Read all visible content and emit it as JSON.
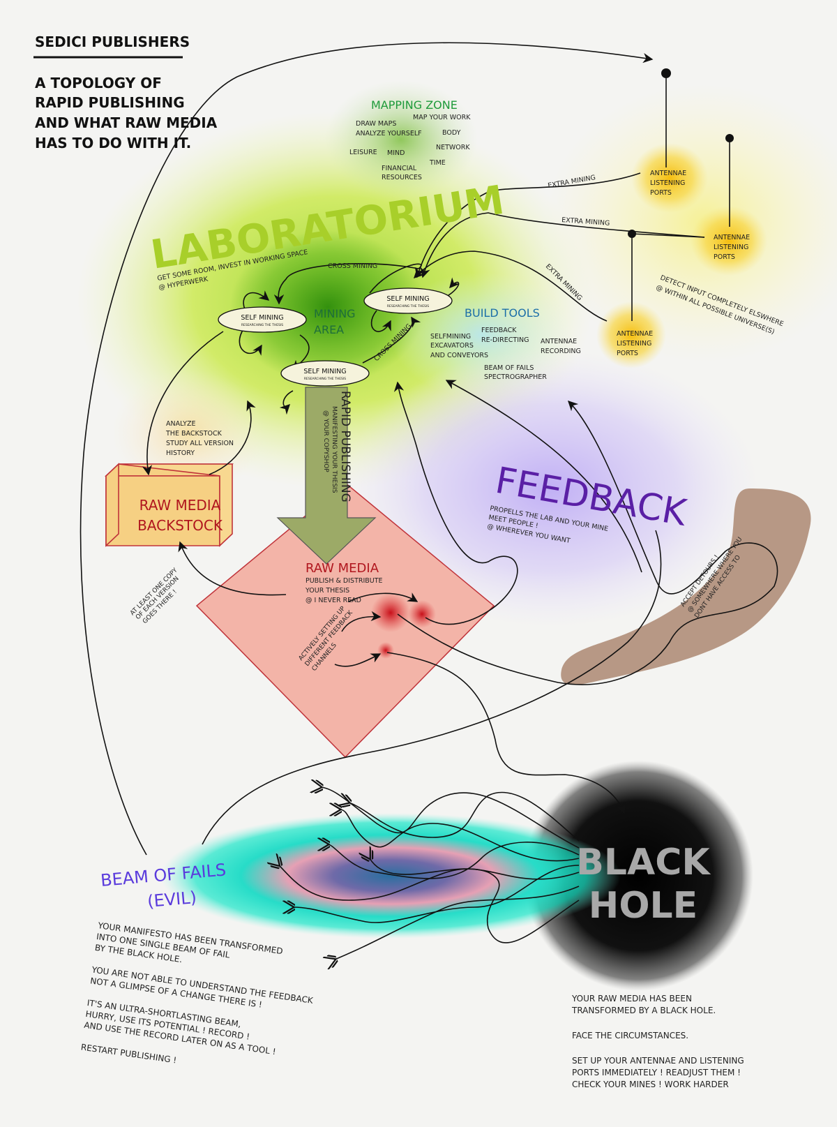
{
  "header": {
    "publisher": "SEDICI PUBLISHERS",
    "title_lines": [
      "A TOPOLOGY OF",
      "RAPID PUBLISHING",
      "AND WHAT RAW MEDIA",
      "HAS TO DO WITH IT."
    ]
  },
  "mapping_zone": {
    "title": "MAPPING ZONE",
    "items": [
      "MAP YOUR WORK",
      "DRAW MAPS",
      "ANALYZE YOURSELF",
      "BODY",
      "NETWORK",
      "LEISURE",
      "MIND",
      "TIME",
      "FINANCIAL",
      "RESOURCES"
    ]
  },
  "laboratorium": {
    "title": "LABORATORIUM",
    "sub1": "GET SOME ROOM, INVEST IN WORKING SPACE",
    "sub2": "@ HYPERWERK"
  },
  "mining": {
    "area_title": [
      "MINING",
      "AREA"
    ],
    "self_mining": "SELF MINING",
    "self_mining_sub": "RESEARCHING THE THESIS",
    "cross_mining": "CROSS MINING"
  },
  "antennae": {
    "label": [
      "ANTENNAE",
      "LISTENING",
      "PORTS"
    ],
    "extra_mining": "EXTRA MINING",
    "detect": [
      "DETECT INPUT COMPLETELY ELSWHERE",
      "@ WITHIN ALL POSSIBLE UNIVERSE(S)"
    ]
  },
  "build_tools": {
    "title": "BUILD TOOLS",
    "items": [
      "SELFMINING",
      "EXCAVATORS",
      "AND CONVEYORS",
      "FEEDBACK",
      "RE-DIRECTING",
      "ANTENNAE",
      "RECORDING",
      "BEAM OF FAILS",
      "SPECTROGRAPHER"
    ]
  },
  "rapid_publishing": {
    "title": "RAPID PUBLISHING",
    "sub1": "MANIFESTING YOUR THESIS",
    "sub2": "@ YOUR  COPYSHOP"
  },
  "backstock": {
    "title": [
      "RAW MEDIA",
      "BACKSTOCK"
    ],
    "analyze": [
      "ANALYZE",
      "THE BACKSTOCK",
      "STUDY ALL VERSION",
      "HISTORY"
    ],
    "copy_note": [
      "AT LEAST ONE COPY",
      "OF EACH VERSION",
      "GOES THERE !"
    ]
  },
  "raw_media": {
    "title": "RAW MEDIA",
    "sub": [
      "PUBLISH & DISTRIBUTE",
      "YOUR THESIS",
      "@ I NEVER READ"
    ],
    "feedback_note": [
      "ACTIVELY SETTING UP",
      "DIFFERENT FEEDBACK",
      "CHANNELS"
    ]
  },
  "feedback": {
    "title": "FEEDBACK",
    "sub": [
      "PROPELLS THE LAB AND YOUR MINE",
      "MEET PEOPLE !",
      "@ WHEREVER YOU WANT"
    ]
  },
  "detours": {
    "text": [
      "ACCEPT DETOURS !",
      "@ SOMEWHERE WHERE YOU",
      "DONT HAVE ACCESS TO"
    ]
  },
  "black_hole": {
    "title": [
      "BLACK",
      "HOLE"
    ],
    "text": [
      "YOUR RAW MEDIA HAS BEEN",
      "TRANSFORMED BY A BLACK HOLE.",
      "",
      "FACE THE CIRCUMSTANCES.",
      "",
      "SET UP YOUR ANTENNAE AND LISTENING",
      "PORTS IMMEDIATELY ! READJUST THEM !",
      "CHECK YOUR MINES !   WORK HARDER"
    ]
  },
  "beam": {
    "title": [
      "BEAM OF FAILS",
      "(EVIL)"
    ],
    "text": [
      "YOUR MANIFESTO HAS BEEN TRANSFORMED",
      "INTO ONE SINGLE BEAM OF FAIL",
      "BY THE BLACK HOLE.",
      "",
      "YOU ARE NOT ABLE TO UNDERSTAND THE FEEDBACK",
      "NOT A GLIMPSE OF A CHANGE THERE IS !",
      "",
      "IT'S AN ULTRA-SHORTLASTING BEAM,",
      "HURRY, USE ITS POTENTIAL ! RECORD !",
      "AND USE THE RECORD LATER ON AS A TOOL !",
      "",
      "RESTART PUBLISHING !"
    ]
  },
  "colors": {
    "lab_green": "#9fd31c",
    "mining_green": "#3f9a10",
    "yellow": "#f6c515",
    "diamond": "#f3b4a8",
    "diamond_stroke": "#c0333a",
    "feedback_purple": "#6a2bb0",
    "brown": "#b79885",
    "cyan": "#19e6c8",
    "beam_title": "#5a3bdc"
  }
}
